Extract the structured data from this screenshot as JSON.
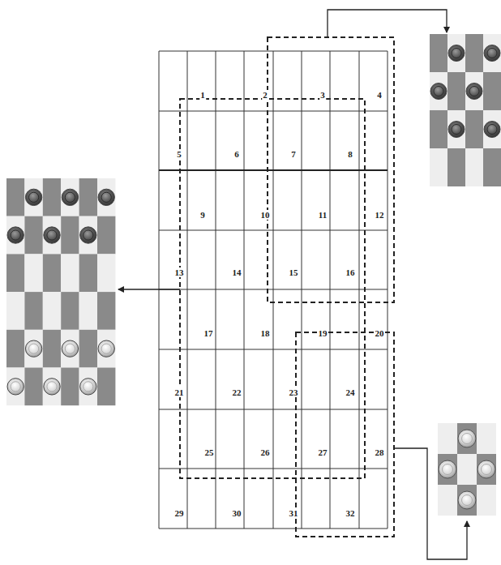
{
  "diagram": {
    "labels": [
      "1",
      "2",
      "3",
      "4",
      "5",
      "6",
      "7",
      "8",
      "9",
      "10",
      "11",
      "12",
      "13",
      "14",
      "15",
      "16",
      "17",
      "18",
      "19",
      "20",
      "21",
      "22",
      "23",
      "24",
      "25",
      "26",
      "27",
      "28",
      "29",
      "30",
      "31",
      "32"
    ]
  }
}
